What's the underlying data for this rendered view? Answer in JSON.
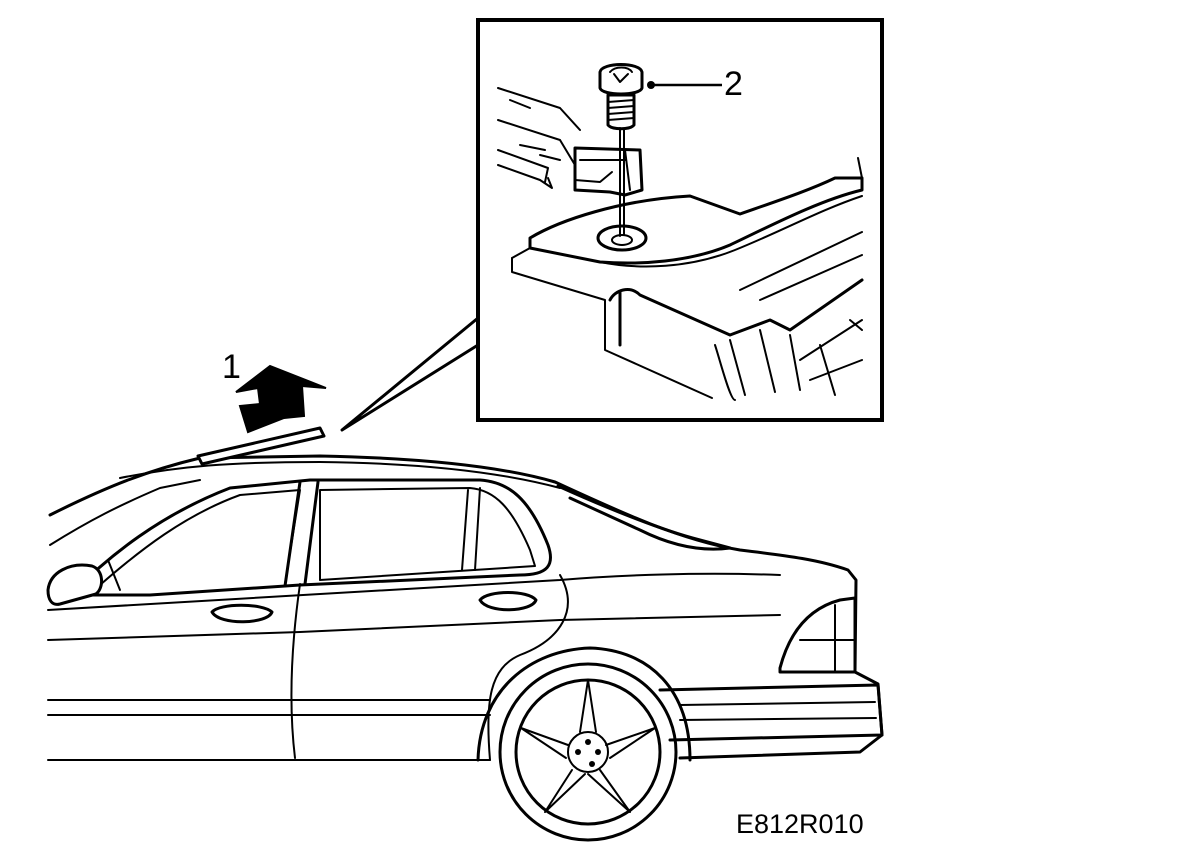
{
  "callouts": {
    "part1": "1",
    "part2": "2"
  },
  "figure_code": "E812R010",
  "colors": {
    "line": "#000000",
    "background": "#ffffff"
  }
}
